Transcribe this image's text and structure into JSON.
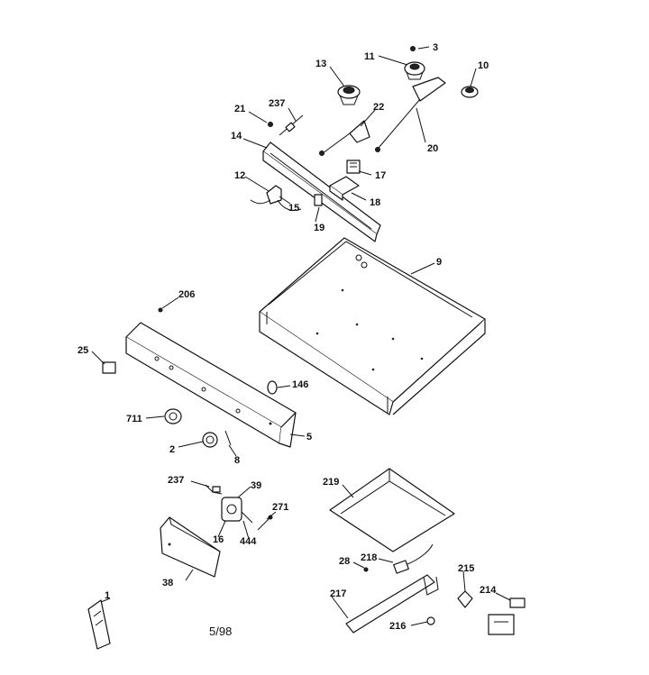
{
  "diagram": {
    "footer": "5/98",
    "callouts": [
      "3",
      "11",
      "13",
      "10",
      "21",
      "237",
      "22",
      "14",
      "20",
      "17",
      "12",
      "15",
      "18",
      "19",
      "9",
      "206",
      "25",
      "146",
      "711",
      "5",
      "2",
      "8",
      "237",
      "39",
      "271",
      "219",
      "16",
      "444",
      "38",
      "28",
      "218",
      "215",
      "1",
      "217",
      "214",
      "216"
    ]
  }
}
